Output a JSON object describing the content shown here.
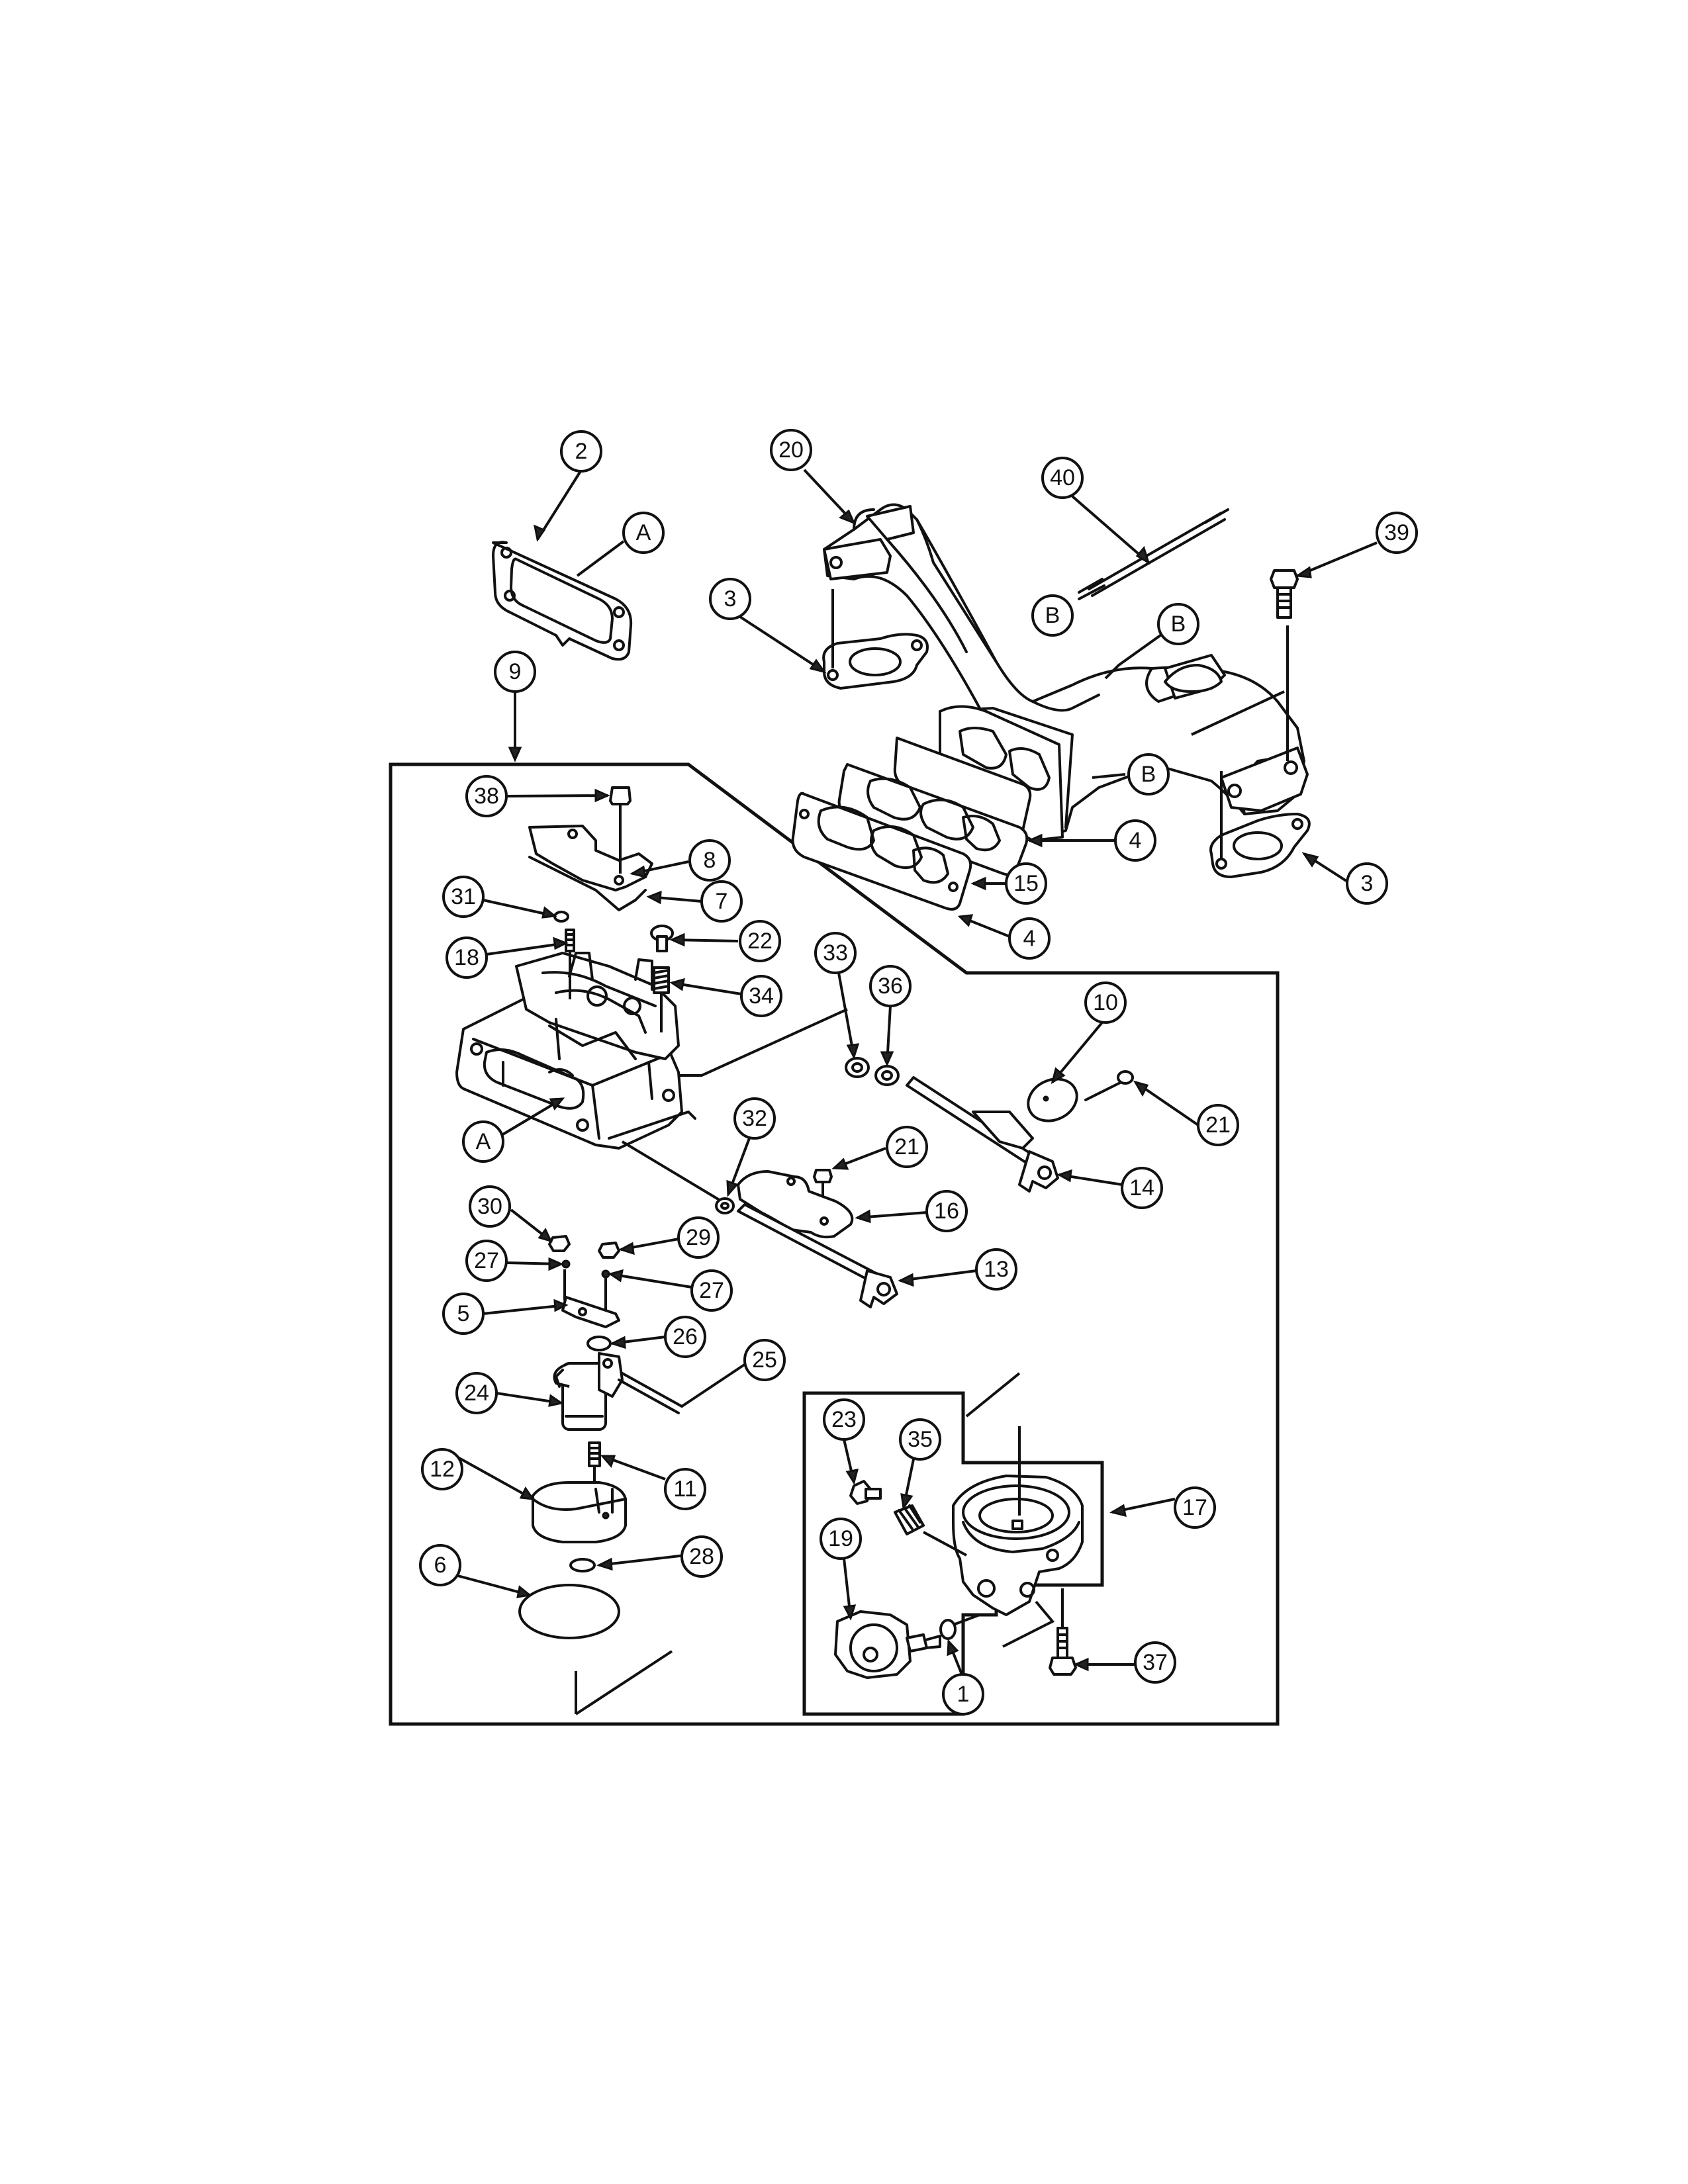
{
  "callouts": {
    "c2": "2",
    "cA1": "A",
    "c20": "20",
    "c40": "40",
    "c39": "39",
    "c3a": "3",
    "cBa": "B",
    "cBb": "B",
    "cBc": "B",
    "c9": "9",
    "c4a": "4",
    "c15": "15",
    "c4b": "4",
    "c3b": "3",
    "c38": "38",
    "c8": "8",
    "c7": "7",
    "c31": "31",
    "c18": "18",
    "c22": "22",
    "c34": "34",
    "c33": "33",
    "c36": "36",
    "c10": "10",
    "c21a": "21",
    "cA2": "A",
    "c32": "32",
    "c21b": "21",
    "c14": "14",
    "c16": "16",
    "c30": "30",
    "c29": "29",
    "c27a": "27",
    "c27b": "27",
    "c13": "13",
    "c5": "5",
    "c26": "26",
    "c25": "25",
    "c24": "24",
    "c23": "23",
    "c35": "35",
    "c12": "12",
    "c11": "11",
    "c17": "17",
    "c19": "19",
    "c6": "6",
    "c28": "28",
    "c37": "37",
    "c1": "1"
  }
}
